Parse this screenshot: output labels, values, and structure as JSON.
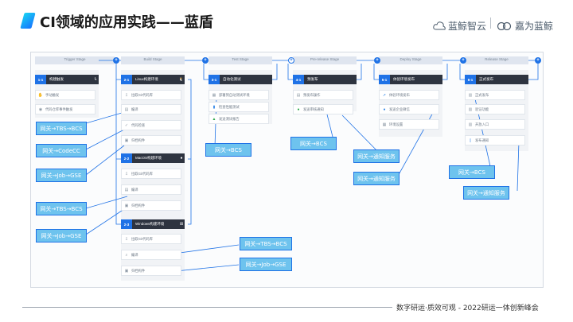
{
  "header": {
    "title": "CI领域的应用实践——蓝盾",
    "brand_left": "蓝鲸智云",
    "brand_right": "嘉为蓝鲸"
  },
  "stages": [
    {
      "label": "Trigger Stage"
    },
    {
      "label": "Build Stage"
    },
    {
      "label": "Test Stage"
    },
    {
      "label": "Pre-release Stage"
    },
    {
      "label": "Deploy Stage"
    },
    {
      "label": "Release Stage"
    }
  ],
  "jobs": {
    "trigger": {
      "id": "1-1",
      "name": "构建触发",
      "tasks": [
        "手动触发",
        "代码仓库事件触发"
      ]
    },
    "linux": {
      "id": "2-1",
      "name": "Linux构建环境",
      "tasks": [
        "拉取Git代码库",
        "编译",
        "代码检查",
        "归档构件"
      ]
    },
    "macos": {
      "id": "2-2",
      "name": "MacOS构建环境",
      "tasks": [
        "拉取Git代码库",
        "编译",
        "归档构件"
      ]
    },
    "windows": {
      "id": "2-3",
      "name": "Windows构建环境",
      "tasks": [
        "拉取Git代码库",
        "编译",
        "归档构件"
      ]
    },
    "test": {
      "id": "3-1",
      "name": "自动化测试",
      "tasks": [
        "部署到自动测试环境",
        "检查性能测试",
        "发送测试报告"
      ]
    },
    "prerelease": {
      "id": "4-1",
      "name": "预发布",
      "tasks": [
        "预发布操作",
        "发送审核通知"
      ]
    },
    "deploy": {
      "id": "5-1",
      "name": "体验环境发布",
      "tasks": [
        "体验环境发布",
        "发送企业微信",
        "环境设置"
      ]
    },
    "release": {
      "id": "6-1",
      "name": "正式发布",
      "tasks": [
        "正式发布",
        "验证功能",
        "开放入口",
        "发布通知"
      ]
    }
  },
  "callouts": [
    "网关→TBS→BCS",
    "网关→CodeCC",
    "网关→Job→GSE",
    "网关→TBS→BCS",
    "网关→Job→GSE",
    "网关→BCS",
    "网关→BCS",
    "网关→通知服务",
    "网关→通知服务",
    "网关→BCS",
    "网关→通知服务",
    "网关→TBS→BCS",
    "网关→Job→GSE"
  ],
  "footer": {
    "text": "数字研运·质效可观 - 2022研运一体创新峰会"
  },
  "colors": {
    "accent": "#1f72e6",
    "callout_fill": "#6ec3ee",
    "job_header": "#2e3440"
  }
}
